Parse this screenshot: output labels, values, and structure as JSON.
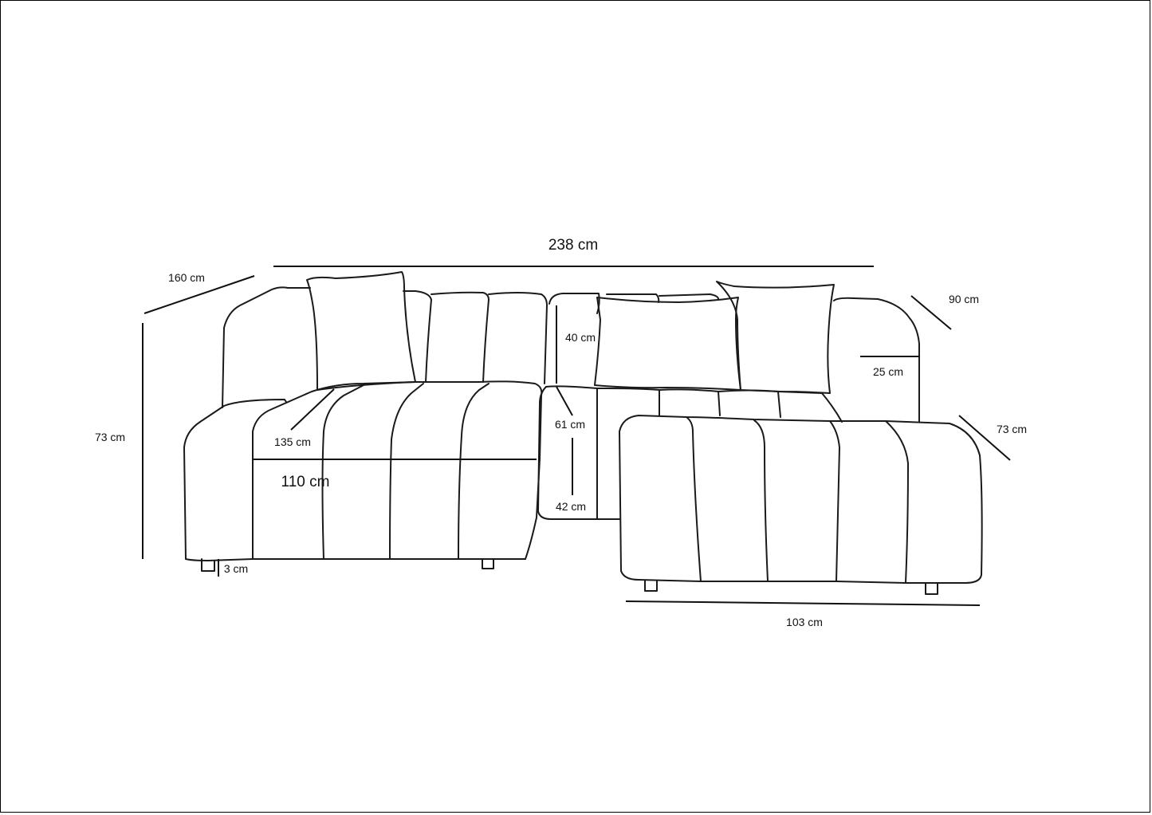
{
  "diagram": {
    "dimensions": {
      "overall_width": "238 cm",
      "depth_left": "160 cm",
      "height_left": "73 cm",
      "depth_right": "90 cm",
      "armrest_width": "25 cm",
      "chaise_height": "73 cm",
      "backrest_height": "40 cm",
      "seat_depth": "61 cm",
      "seat_height": "42 cm",
      "seat_width_diag": "135 cm",
      "seat_width": "110 cm",
      "leg_height": "3 cm",
      "chaise_width": "103 cm"
    }
  }
}
